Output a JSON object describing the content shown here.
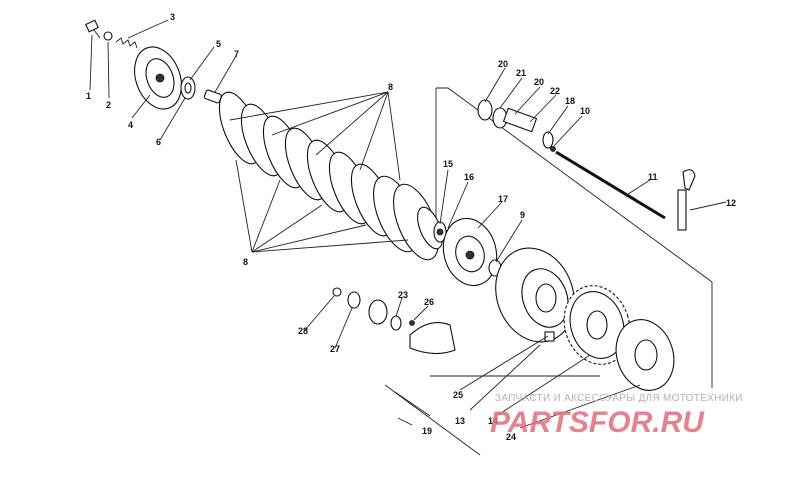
{
  "diagram": {
    "labels": [
      "1",
      "2",
      "3",
      "4",
      "5",
      "6",
      "7",
      "8",
      "8",
      "9",
      "10",
      "11",
      "12",
      "13",
      "14",
      "15",
      "16",
      "17",
      "18",
      "19",
      "20",
      "20",
      "21",
      "22",
      "23",
      "24",
      "25",
      "26",
      "27",
      "28"
    ]
  },
  "watermark": {
    "caption": "ЗАПЧАСТИ И АКСЕССУАРЫ ДЛЯ МОТОТЕХНИКИ",
    "logo": "PARTSFOR.RU"
  }
}
